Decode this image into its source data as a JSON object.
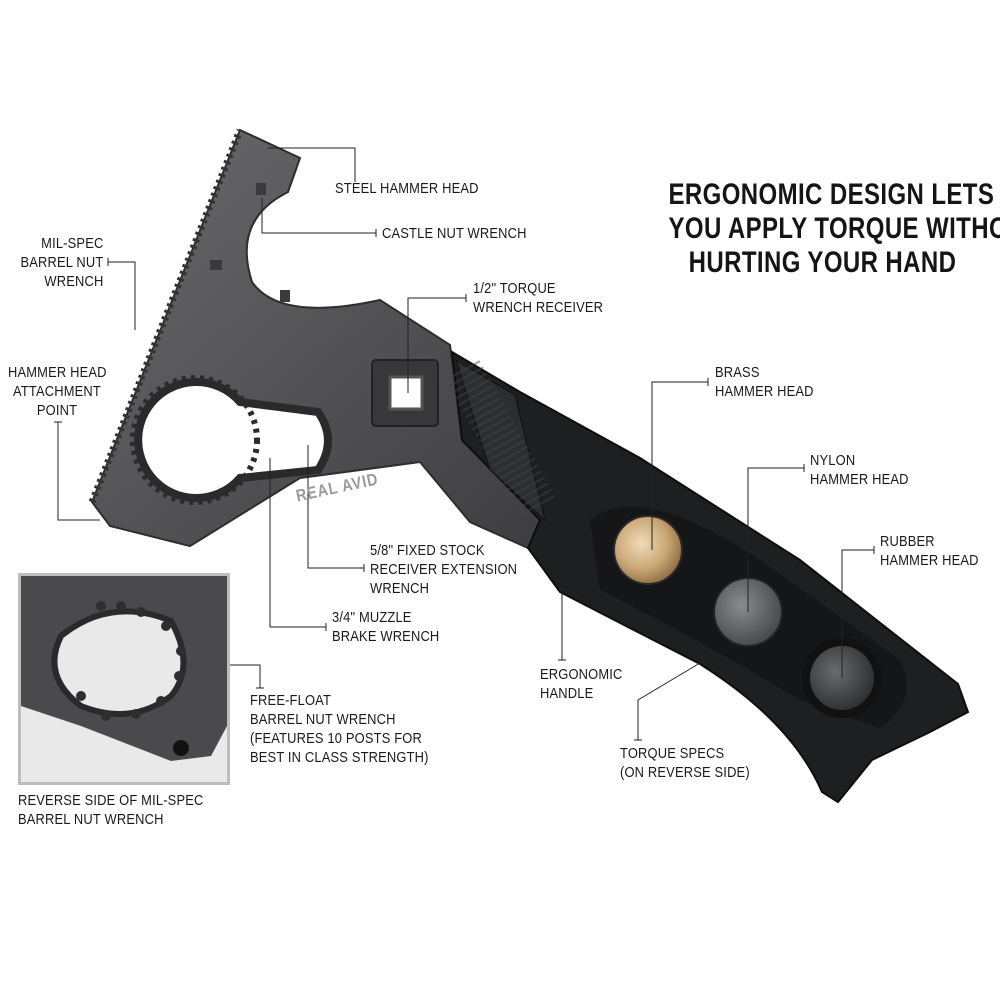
{
  "headline": {
    "lines": [
      "ERGONOMIC DESIGN LETS",
      "YOU APPLY TORQUE WITHOUT",
      "HURTING YOUR HAND"
    ]
  },
  "brand_logo": "REAL AVID",
  "callouts": {
    "steel_hammer_head": "STEEL HAMMER HEAD",
    "castle_nut_wrench": "CASTLE NUT WRENCH",
    "mil_spec_barrel_nut_wrench": "MIL-SPEC\nBARREL NUT\nWRENCH",
    "torque_wrench_receiver": "1/2\" TORQUE\nWRENCH RECEIVER",
    "hammer_head_attachment_point": "HAMMER HEAD\nATTACHMENT\nPOINT",
    "brass_hammer_head": "BRASS\nHAMMER HEAD",
    "nylon_hammer_head": "NYLON\nHAMMER HEAD",
    "rubber_hammer_head": "RUBBER\nHAMMER HEAD",
    "fixed_stock_wrench": "5/8\" FIXED STOCK\nRECEIVER EXTENSION\nWRENCH",
    "muzzle_brake_wrench": "3/4\" MUZZLE\nBRAKE WRENCH",
    "ergonomic_handle": "ERGONOMIC\nHANDLE",
    "torque_specs": "TORQUE SPECS\n(ON REVERSE SIDE)",
    "free_float_wrench": "FREE-FLOAT\nBARREL NUT WRENCH\n(FEATURES 10 POSTS FOR\nBEST IN CLASS STRENGTH)",
    "reverse_side_caption": "REVERSE SIDE OF MIL-SPEC\nBARREL NUT WRENCH"
  },
  "colors": {
    "steel": "#4f4f52",
    "handle": "#1e1f21",
    "brass": "#c9a574",
    "nylon": "#5d5e61",
    "rubber": "#3a3b3d",
    "leader": "#222222"
  }
}
